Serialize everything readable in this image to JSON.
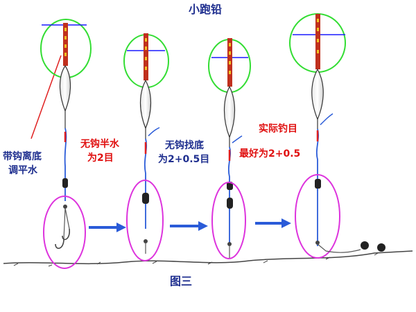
{
  "title": "小跑铅",
  "caption": "图三",
  "labels": {
    "step1_line1": "带钩离底",
    "step1_line2": "调平水",
    "step2_line1": "无钩半水",
    "step2_line2": "为2目",
    "step3_line1": "无钩找底",
    "step3_line2": "为2+0.5目",
    "step4_line1": "实际钓目",
    "step4_line2": "最好为2+0.5"
  },
  "colors": {
    "text_blue": "#1f2f8f",
    "text_red": "#e01010",
    "circle_green": "#33dd33",
    "circle_magenta": "#dd33dd",
    "arrow_blue": "#2a5bd8",
    "water_line": "#1a1aff",
    "line_red": "#e02020",
    "float_red": "#c0301e",
    "float_yellow": "#f0c020"
  }
}
